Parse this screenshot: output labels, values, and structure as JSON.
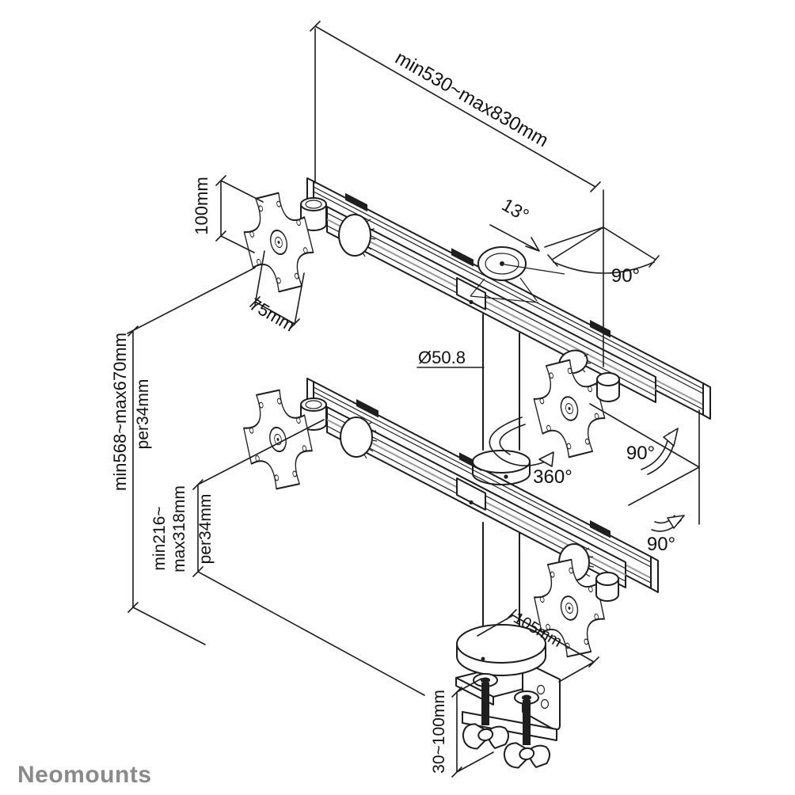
{
  "page": {
    "background": "#ffffff"
  },
  "logo": {
    "text": "Neomounts",
    "color": "#8a8a8a"
  },
  "annotations": {
    "arm_span": "min530~max830mm",
    "tilt_angle": "13°",
    "swivel_fan_angle": "90°",
    "vesa_height": "100mm",
    "vesa_width": "75mm",
    "pole_diameter": "Ø50.8",
    "pole_rotation": "360°",
    "height_range_total": "min568~max670mm",
    "height_step_total": "per34mm",
    "height_range_lower_line1": "min216~",
    "height_range_lower_line2": "max318mm",
    "height_step_lower": "per34mm",
    "arm_rotation_upper": "90°",
    "arm_rotation_lower": "90°",
    "base_offset": "105mm",
    "clamp_thickness_range": "30~100mm"
  },
  "style": {
    "line_color": "#1d1d1d",
    "accent_line_color": "#9a9a9a",
    "text_color": "#111111"
  }
}
